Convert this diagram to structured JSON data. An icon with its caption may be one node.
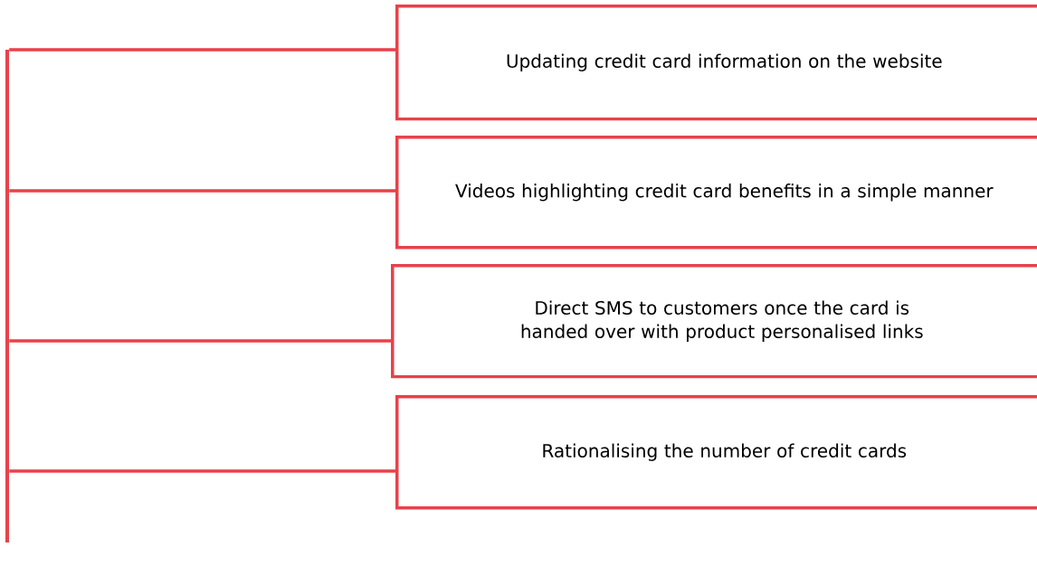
{
  "diagram": {
    "nodes": [
      {
        "text": [],
        "shape": "bar"
      },
      {
        "text": [
          "Updating credit card information on the website"
        ]
      },
      {
        "text": [
          "Videos highlighting credit card benefits in a simple manner"
        ]
      },
      {
        "text": [
          "Direct SMS to customers once the card is handed over with product personalised links"
        ]
      },
      {
        "text": [
          "Rationalising the number of credit cards"
        ]
      }
    ],
    "edges": [
      {
        "from": 0,
        "to": 1,
        "arrow": "none"
      },
      {
        "from": 0,
        "to": 2,
        "arrow": "none"
      },
      {
        "from": 0,
        "to": 3,
        "arrow": "none"
      },
      {
        "from": 0,
        "to": 4,
        "arrow": "none"
      }
    ]
  }
}
